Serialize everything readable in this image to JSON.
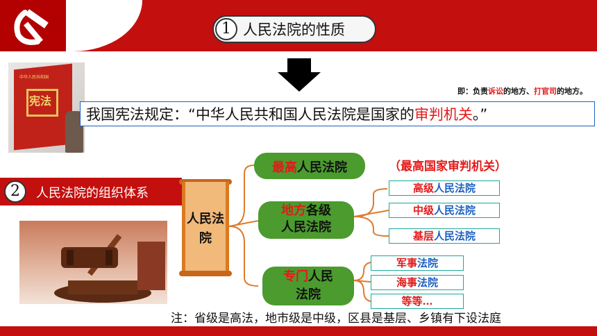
{
  "header": {
    "section1_number": "1",
    "section1_title": "人民法院的性质",
    "bar_color": "#c40f0f"
  },
  "book": {
    "subtitle": "中华人民共和国",
    "title": "宪法"
  },
  "note_top": {
    "prefix": "即：负责",
    "highlight1": "诉讼",
    "middle": "的地方、",
    "highlight2": "打官司",
    "suffix": "的地方。"
  },
  "constitution": {
    "prefix": "我国宪法规定：“中华人民共和国人民法院是国家的",
    "highlight": "审判机关",
    "suffix": "。”"
  },
  "section2": {
    "number": "2",
    "title": "人民法院的组织体系"
  },
  "tree": {
    "root": "人民法院",
    "supreme": {
      "red": "最高",
      "black": "人民法院",
      "note": "（最高国家审判机关）"
    },
    "local": {
      "red": "地方",
      "black1": "各级",
      "black2": "人民法院"
    },
    "local_children": [
      {
        "red": "高级",
        "blue": "人民法院"
      },
      {
        "red": "中级",
        "blue": "人民法院"
      },
      {
        "red": "基层",
        "blue": "人民法院"
      }
    ],
    "special": {
      "red": "专门",
      "black1": "人民",
      "black2": "法院"
    },
    "special_children": [
      {
        "red": "军事",
        "blue": "法院"
      },
      {
        "red": "海事",
        "blue": "法院"
      },
      {
        "red": "等等…",
        "blue": ""
      }
    ]
  },
  "footer_note": "注：省级是高法，地市级是中级，区县是基层、乡镇有下设法庭"
}
